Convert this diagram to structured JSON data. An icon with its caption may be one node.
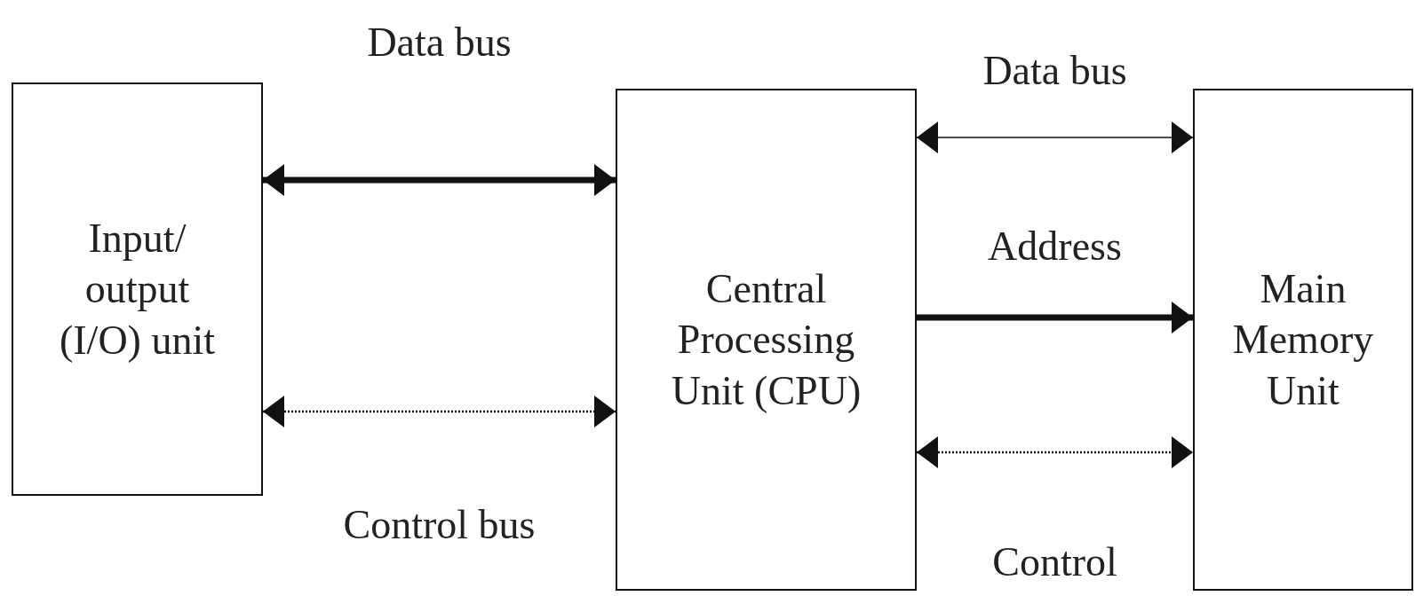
{
  "diagram": {
    "nodes": [
      {
        "text": [
          "Input/ output (I/O) unit"
        ]
      },
      {
        "text": [
          "Central Processing Unit (CPU)"
        ]
      },
      {
        "text": [
          "Main Memory Unit"
        ]
      }
    ],
    "edges": [
      {
        "from": 0,
        "to": 1,
        "arrow": "both",
        "label": "Data bus",
        "style": "thick"
      },
      {
        "from": 0,
        "to": 1,
        "arrow": "both",
        "label": "Control bus",
        "style": "dashed"
      },
      {
        "from": 1,
        "to": 2,
        "arrow": "both",
        "label": "Data bus"
      },
      {
        "from": 1,
        "to": 2,
        "arrow": "to",
        "label": "Address",
        "style": "thick"
      },
      {
        "from": 1,
        "to": 2,
        "arrow": "both",
        "label": "Control",
        "style": "dashed"
      }
    ]
  }
}
